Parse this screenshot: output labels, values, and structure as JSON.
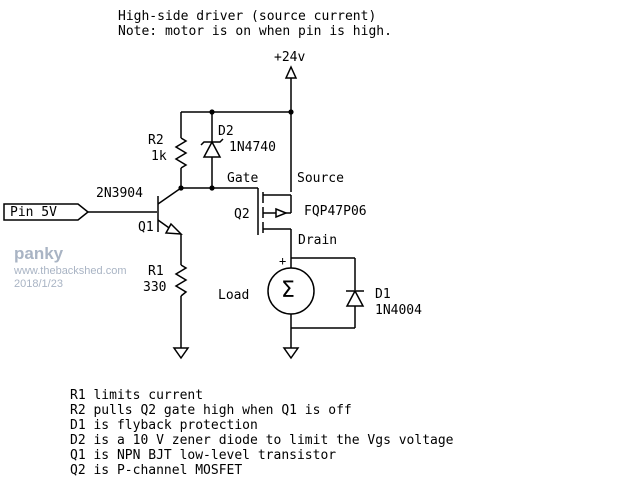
{
  "title": {
    "line1": "High-side driver (source current)",
    "line2": "Note: motor is on when pin is high."
  },
  "supply": {
    "label": "+24v"
  },
  "input": {
    "label": "Pin 5V"
  },
  "components": {
    "q1": {
      "ref": "Q1",
      "part": "2N3904"
    },
    "q2": {
      "ref": "Q2",
      "part": "FQP47P06",
      "gate": "Gate",
      "source": "Source",
      "drain": "Drain"
    },
    "r1": {
      "ref": "R1",
      "value": "330"
    },
    "r2": {
      "ref": "R2",
      "value": "1k"
    },
    "d1": {
      "ref": "D1",
      "part": "1N4004"
    },
    "d2": {
      "ref": "D2",
      "part": "1N4740"
    },
    "load": {
      "label": "Load",
      "symbol": "Σ",
      "polarity": "+"
    }
  },
  "watermark": {
    "author": "panky",
    "site": "www.thebackshed.com",
    "date": "2018/1/23"
  },
  "notes": [
    "R1 limits current",
    "R2 pulls Q2 gate high when Q1 is off",
    "D1 is flyback protection",
    "D2 is a 10 V zener diode to limit the Vgs voltage",
    "Q1 is NPN BJT low-level transistor",
    "Q2 is P-channel MOSFET"
  ]
}
